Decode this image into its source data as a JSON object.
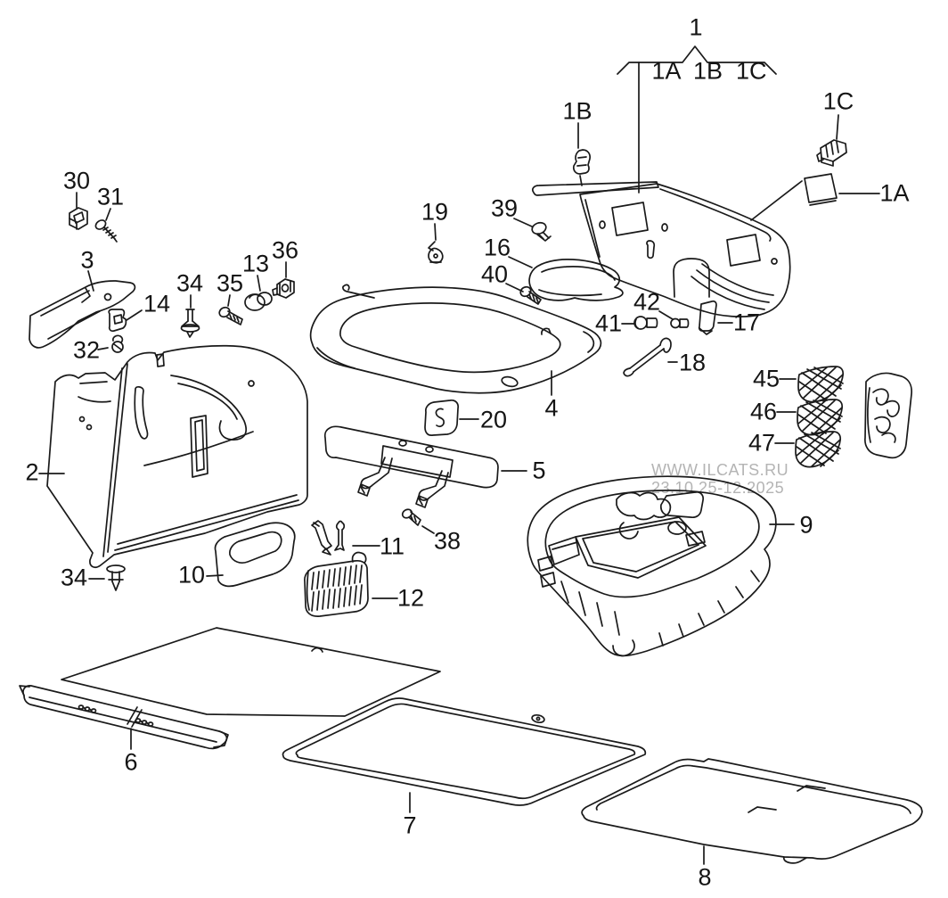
{
  "diagram": {
    "watermark": {
      "site": "WWW.ILCATS.RU",
      "timestamp": "23.10.25-12.2025"
    },
    "labels": {
      "n1": "1",
      "variants": "1A  1B  1C",
      "n1A": "1A",
      "n1B": "1B",
      "n1C": "1C",
      "n2": "2",
      "n3": "3",
      "n4": "4",
      "n5": "5",
      "n6": "6",
      "n7": "7",
      "n8": "8",
      "n9": "9",
      "n10": "10",
      "n11": "11",
      "n12": "12",
      "n13": "13",
      "n14": "14",
      "n16": "16",
      "n17": "17",
      "n18": "18",
      "n19": "19",
      "n20": "20",
      "n30": "30",
      "n31": "31",
      "n32": "32",
      "n34": "34",
      "n35": "35",
      "n36": "36",
      "n38": "38",
      "n39": "39",
      "n40": "40",
      "n41": "41",
      "n42": "42",
      "n45": "45",
      "n46": "46",
      "n47": "47"
    }
  }
}
